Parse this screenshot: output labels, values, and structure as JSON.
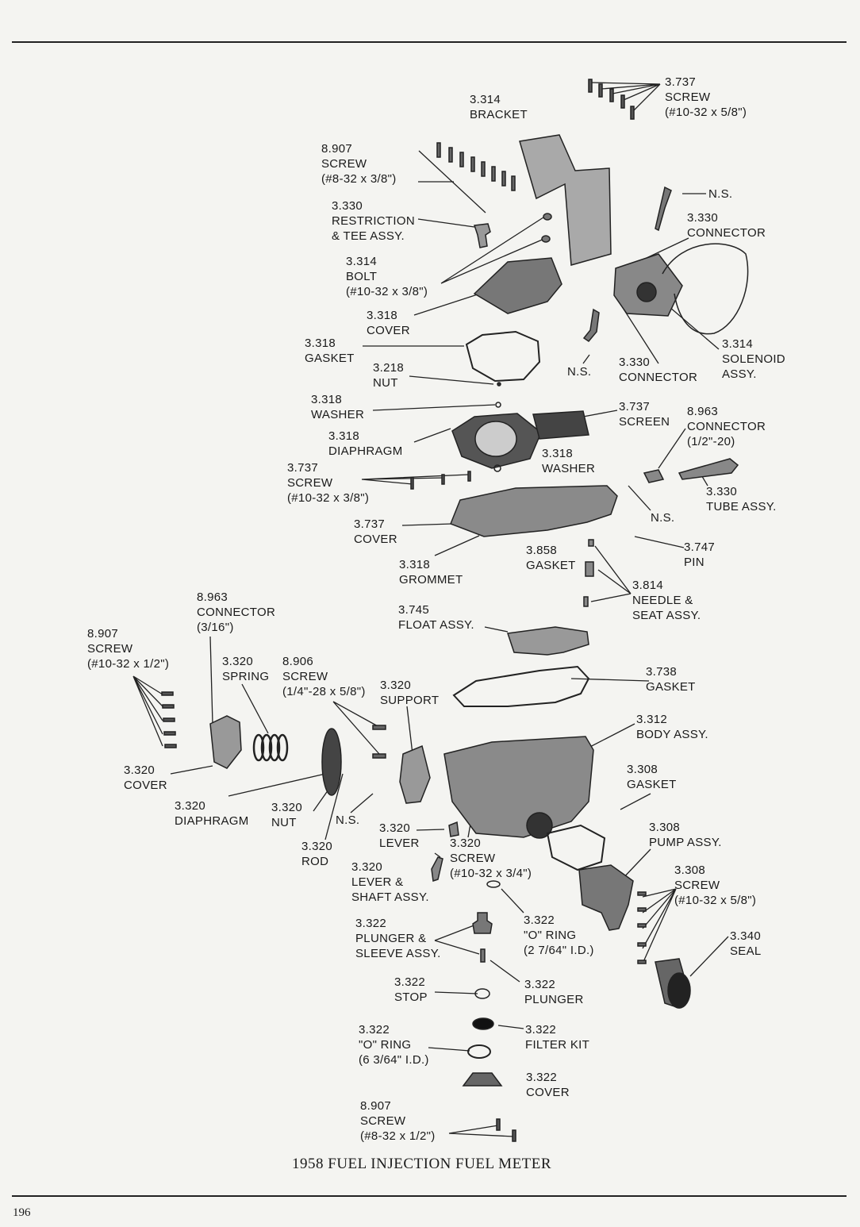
{
  "caption": "1958 FUEL INJECTION FUEL METER",
  "page_number": "196",
  "callouts": [
    {
      "id": "screw-3737-top",
      "lines": [
        "3.737",
        "SCREW",
        "(#10-32 x 5/8\")"
      ]
    },
    {
      "id": "bracket-3314",
      "lines": [
        "3.314",
        "BRACKET"
      ]
    },
    {
      "id": "screw-8907-top",
      "lines": [
        "8.907",
        "SCREW",
        "(#8-32 x 3/8\")"
      ]
    },
    {
      "id": "ns-1",
      "lines": [
        "N.S."
      ]
    },
    {
      "id": "restriction-3330",
      "lines": [
        "3.330",
        "RESTRICTION",
        "& TEE ASSY."
      ]
    },
    {
      "id": "connector-3330-top",
      "lines": [
        "3.330",
        "CONNECTOR"
      ]
    },
    {
      "id": "bolt-3314",
      "lines": [
        "3.314",
        "BOLT",
        "(#10-32 x 3/8\")"
      ]
    },
    {
      "id": "cover-3318",
      "lines": [
        "3.318",
        "COVER"
      ]
    },
    {
      "id": "gasket-3318",
      "lines": [
        "3.318",
        "GASKET"
      ]
    },
    {
      "id": "nut-3218",
      "lines": [
        "3.218",
        "NUT"
      ]
    },
    {
      "id": "ns-2",
      "lines": [
        "N.S."
      ]
    },
    {
      "id": "connector-3330-mid",
      "lines": [
        "3.330",
        "CONNECTOR"
      ]
    },
    {
      "id": "solenoid-3314",
      "lines": [
        "3.314",
        "SOLENOID",
        "ASSY."
      ]
    },
    {
      "id": "washer-3318-a",
      "lines": [
        "3.318",
        "WASHER"
      ]
    },
    {
      "id": "screen-3737",
      "lines": [
        "3.737",
        "SCREEN"
      ]
    },
    {
      "id": "connector-8963-right",
      "lines": [
        "8.963",
        "CONNECTOR",
        "(1/2\"-20)"
      ]
    },
    {
      "id": "diaphragm-3318",
      "lines": [
        "3.318",
        "DIAPHRAGM"
      ]
    },
    {
      "id": "washer-3318-b",
      "lines": [
        "3.318",
        "WASHER"
      ]
    },
    {
      "id": "screw-3737-mid",
      "lines": [
        "3.737",
        "SCREW",
        "(#10-32 x 3/8\")"
      ]
    },
    {
      "id": "tube-3330",
      "lines": [
        "3.330",
        "TUBE ASSY."
      ]
    },
    {
      "id": "ns-3",
      "lines": [
        "N.S."
      ]
    },
    {
      "id": "cover-3737",
      "lines": [
        "3.737",
        "COVER"
      ]
    },
    {
      "id": "gasket-3858",
      "lines": [
        "3.858",
        "GASKET"
      ]
    },
    {
      "id": "pin-3747",
      "lines": [
        "3.747",
        "PIN"
      ]
    },
    {
      "id": "grommet-3318",
      "lines": [
        "3.318",
        "GROMMET"
      ]
    },
    {
      "id": "needle-3814",
      "lines": [
        "3.814",
        "NEEDLE &",
        "SEAT ASSY."
      ]
    },
    {
      "id": "connector-8963-left",
      "lines": [
        "8.963",
        "CONNECTOR",
        "(3/16\")"
      ]
    },
    {
      "id": "float-3745",
      "lines": [
        "3.745",
        "FLOAT ASSY."
      ]
    },
    {
      "id": "screw-8907-left",
      "lines": [
        "8.907",
        "SCREW",
        "(#10-32 x 1/2\")"
      ]
    },
    {
      "id": "spring-3320",
      "lines": [
        "3.320",
        "SPRING"
      ]
    },
    {
      "id": "screw-8906",
      "lines": [
        "8.906",
        "SCREW",
        "(1/4\"-28 x 5/8\")"
      ]
    },
    {
      "id": "support-3320",
      "lines": [
        "3.320",
        "SUPPORT"
      ]
    },
    {
      "id": "gasket-3738",
      "lines": [
        "3.738",
        "GASKET"
      ]
    },
    {
      "id": "body-3312",
      "lines": [
        "3.312",
        "BODY ASSY."
      ]
    },
    {
      "id": "cover-3320",
      "lines": [
        "3.320",
        "COVER"
      ]
    },
    {
      "id": "gasket-3308",
      "lines": [
        "3.308",
        "GASKET"
      ]
    },
    {
      "id": "diaphragm-3320",
      "lines": [
        "3.320",
        "DIAPHRAGM"
      ]
    },
    {
      "id": "nut-3320",
      "lines": [
        "3.320",
        "NUT"
      ]
    },
    {
      "id": "ns-4",
      "lines": [
        "N.S."
      ]
    },
    {
      "id": "lever-3320",
      "lines": [
        "3.320",
        "LEVER"
      ]
    },
    {
      "id": "pump-3308",
      "lines": [
        "3.308",
        "PUMP ASSY."
      ]
    },
    {
      "id": "rod-3320",
      "lines": [
        "3.320",
        "ROD"
      ]
    },
    {
      "id": "screw-3320",
      "lines": [
        "3.320",
        "SCREW",
        "(#10-32 x 3/4\")"
      ]
    },
    {
      "id": "lever-shaft-3320",
      "lines": [
        "3.320",
        "LEVER &",
        "SHAFT ASSY."
      ]
    },
    {
      "id": "screw-3308",
      "lines": [
        "3.308",
        "SCREW",
        "(#10-32 x 5/8\")"
      ]
    },
    {
      "id": "oring-3322-a",
      "lines": [
        "3.322",
        "\"O\" RING",
        "(2 7/64\" I.D.)"
      ]
    },
    {
      "id": "plunger-sleeve-3322",
      "lines": [
        "3.322",
        "PLUNGER &",
        "SLEEVE ASSY."
      ]
    },
    {
      "id": "seal-3340",
      "lines": [
        "3.340",
        "SEAL"
      ]
    },
    {
      "id": "stop-3322",
      "lines": [
        "3.322",
        "STOP"
      ]
    },
    {
      "id": "plunger-3322",
      "lines": [
        "3.322",
        "PLUNGER"
      ]
    },
    {
      "id": "oring-3322-b",
      "lines": [
        "3.322",
        "\"O\" RING",
        "(6 3/64\" I.D.)"
      ]
    },
    {
      "id": "filter-3322",
      "lines": [
        "3.322",
        "FILTER KIT"
      ]
    },
    {
      "id": "cover-3322",
      "lines": [
        "3.322",
        "COVER"
      ]
    },
    {
      "id": "screw-8907-bottom",
      "lines": [
        "8.907",
        "SCREW",
        "(#8-32 x 1/2\")"
      ]
    }
  ]
}
